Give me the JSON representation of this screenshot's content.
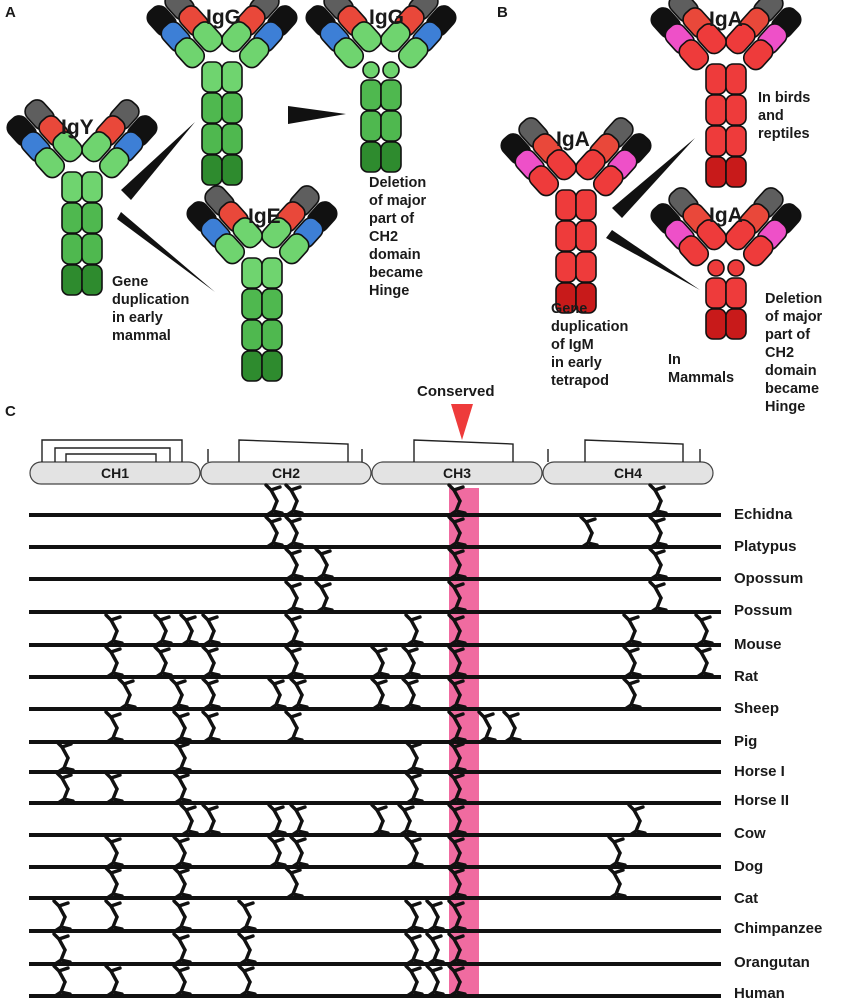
{
  "panels": {
    "a": "A",
    "b": "B",
    "c": "C"
  },
  "colors": {
    "black": "#111111",
    "gray": "#5e5e5e",
    "blue": "#3d7fd6",
    "red_light": "#e9483a",
    "green_light": "#6fd46f",
    "green_mid": "#4fb84f",
    "green_dark": "#2e8b2e",
    "pink": "#ee50c8",
    "red": "#ee3b3b",
    "red_dark": "#c81a1a",
    "highlight": "#f06ba0",
    "conserved_arrow": "#ee3b3b",
    "domain_fill": "#e3e3e3"
  },
  "panel_a": {
    "igy": "IgY",
    "igg_top": "IgG",
    "igg_right": "IgG",
    "ige": "IgE",
    "gene_dup": "Gene\nduplication\nin early\nmammal",
    "deletion": "Deletion\nof major\npart of\nCH2\ndomain\nbecame\nHinge"
  },
  "panel_b": {
    "iga_left": "IgA",
    "iga_top": "IgA",
    "iga_right": "IgA",
    "gene_dup": "Gene\nduplication\nof IgM\nin early\ntetrapod",
    "birds": "In birds\nand\nreptiles",
    "mammals": "In\nMammals",
    "deletion": "Deletion\nof major\npart of\nCH2\ndomain\nbecame\nHinge"
  },
  "panel_c": {
    "conserved_label": "Conserved",
    "domains": [
      "CH1",
      "CH2",
      "CH3",
      "CH4"
    ],
    "species": [
      "Echidna",
      "Platypus",
      "Opossum",
      "Possum",
      "Mouse",
      "Rat",
      "Sheep",
      "Pig",
      "Horse I",
      "Horse II",
      "Cow",
      "Dog",
      "Cat",
      "Chimpanzee",
      "Orangutan",
      "Human"
    ]
  }
}
